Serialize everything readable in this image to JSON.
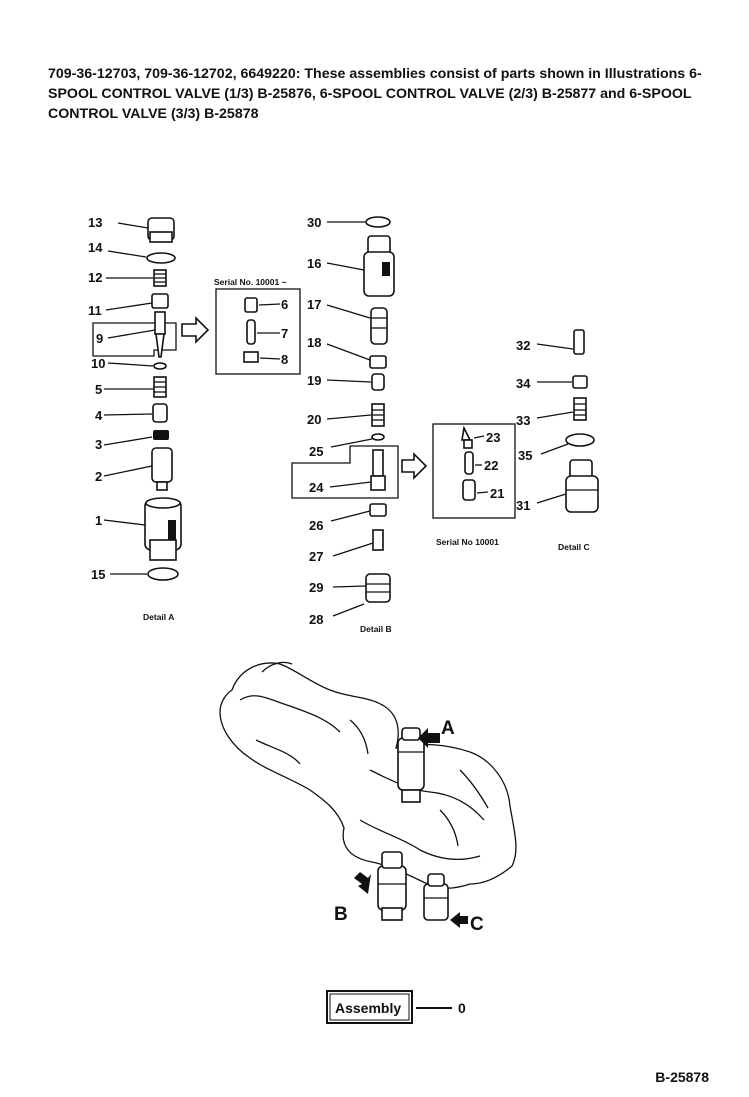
{
  "header": {
    "description": "709-36-12703, 709-36-12702, 6649220: These assemblies consist of parts shown in Illustrations 6-SPOOL CONTROL VALVE (1/3) B-25876, 6-SPOOL CONTROL VALVE (2/3) B-25877 and 6-SPOOL CONTROL VALVE (3/3) B-25878"
  },
  "detail_a": {
    "caption": "Detail A",
    "parts": {
      "p13": "13",
      "p14": "14",
      "p12": "12",
      "p11": "11",
      "p9": "9",
      "p10": "10",
      "p5": "5",
      "p4": "4",
      "p3": "3",
      "p2": "2",
      "p1": "1",
      "p15": "15"
    },
    "serial_label": "Serial No. 10001 ~",
    "serial_parts": {
      "p6": "6",
      "p7": "7",
      "p8": "8"
    }
  },
  "detail_b": {
    "caption": "Detail B",
    "parts": {
      "p30": "30",
      "p16": "16",
      "p17": "17",
      "p18": "18",
      "p19": "19",
      "p20": "20",
      "p25": "25",
      "p24": "24",
      "p26": "26",
      "p27": "27",
      "p29": "29",
      "p28": "28"
    },
    "serial_label": "Serial No 10001",
    "serial_parts": {
      "p23": "23",
      "p22": "22",
      "p21": "21"
    }
  },
  "detail_c": {
    "caption": "Detail C",
    "parts": {
      "p32": "32",
      "p34": "34",
      "p33": "33",
      "p35": "35",
      "p31": "31"
    }
  },
  "callouts": {
    "a": "A",
    "b": "B",
    "c": "C"
  },
  "assembly": {
    "label": "Assembly",
    "qty": "0"
  },
  "footer": {
    "code": "B-25878"
  }
}
